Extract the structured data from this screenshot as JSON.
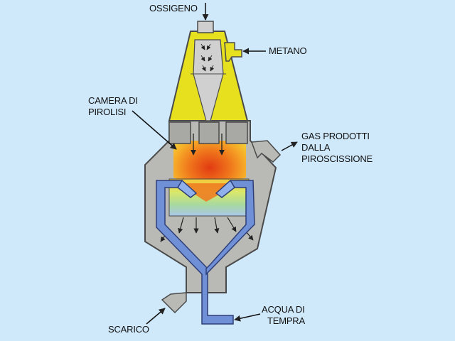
{
  "labels": {
    "ossigeno": "OSSIGENO",
    "metano": "METANO",
    "camera_line1": "CAMERA DI",
    "camera_line2": "PIROLISI",
    "gas_line1": "GAS PRODOTTI",
    "gas_line2": "DALLA",
    "gas_line3": "PIROSCISSIONE",
    "acqua_line1": "ACQUA DI",
    "acqua_line2": "TEMPRA",
    "scarico": "SCARICO"
  },
  "colors": {
    "background": "#cfe9fb",
    "shell": "#b9b9b5",
    "outline": "#4a4a4a",
    "burner_yellow": "#e6e01e",
    "flame_orange": "#f08a1e",
    "flame_red": "#e8501a",
    "water_pipe": "#6f8fd6"
  }
}
